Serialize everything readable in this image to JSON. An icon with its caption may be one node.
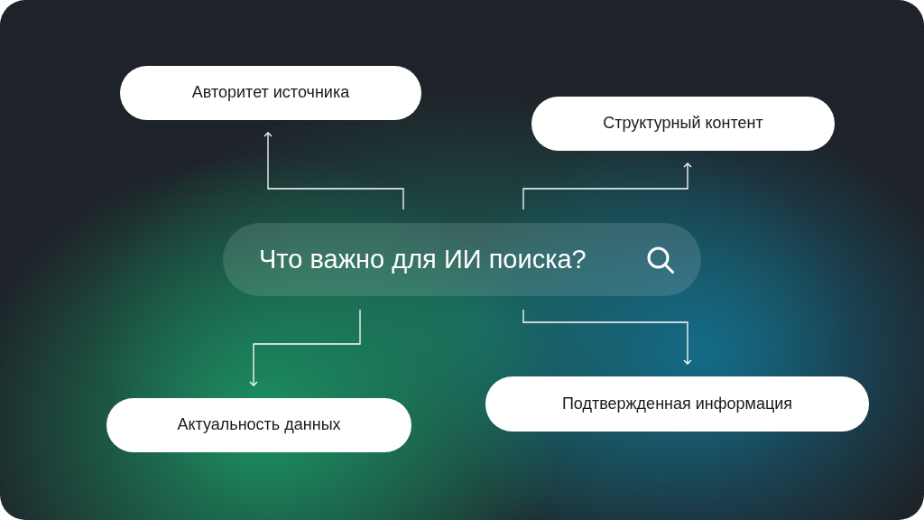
{
  "diagram": {
    "nodes": [
      {
        "text": [
          "Авторитет источника"
        ]
      },
      {
        "text": [
          "Структурный контент"
        ]
      },
      {
        "text": [
          "Что важно для ИИ поиска?"
        ]
      },
      {
        "text": [
          "Актуальность данных"
        ]
      },
      {
        "text": [
          "Подтвержденная информация"
        ]
      }
    ],
    "edges": [
      {
        "from": 2,
        "to": 0,
        "arrow": "to"
      },
      {
        "from": 2,
        "to": 1,
        "arrow": "to"
      },
      {
        "from": 2,
        "to": 3,
        "arrow": "to"
      },
      {
        "from": 2,
        "to": 4,
        "arrow": "to"
      }
    ]
  }
}
